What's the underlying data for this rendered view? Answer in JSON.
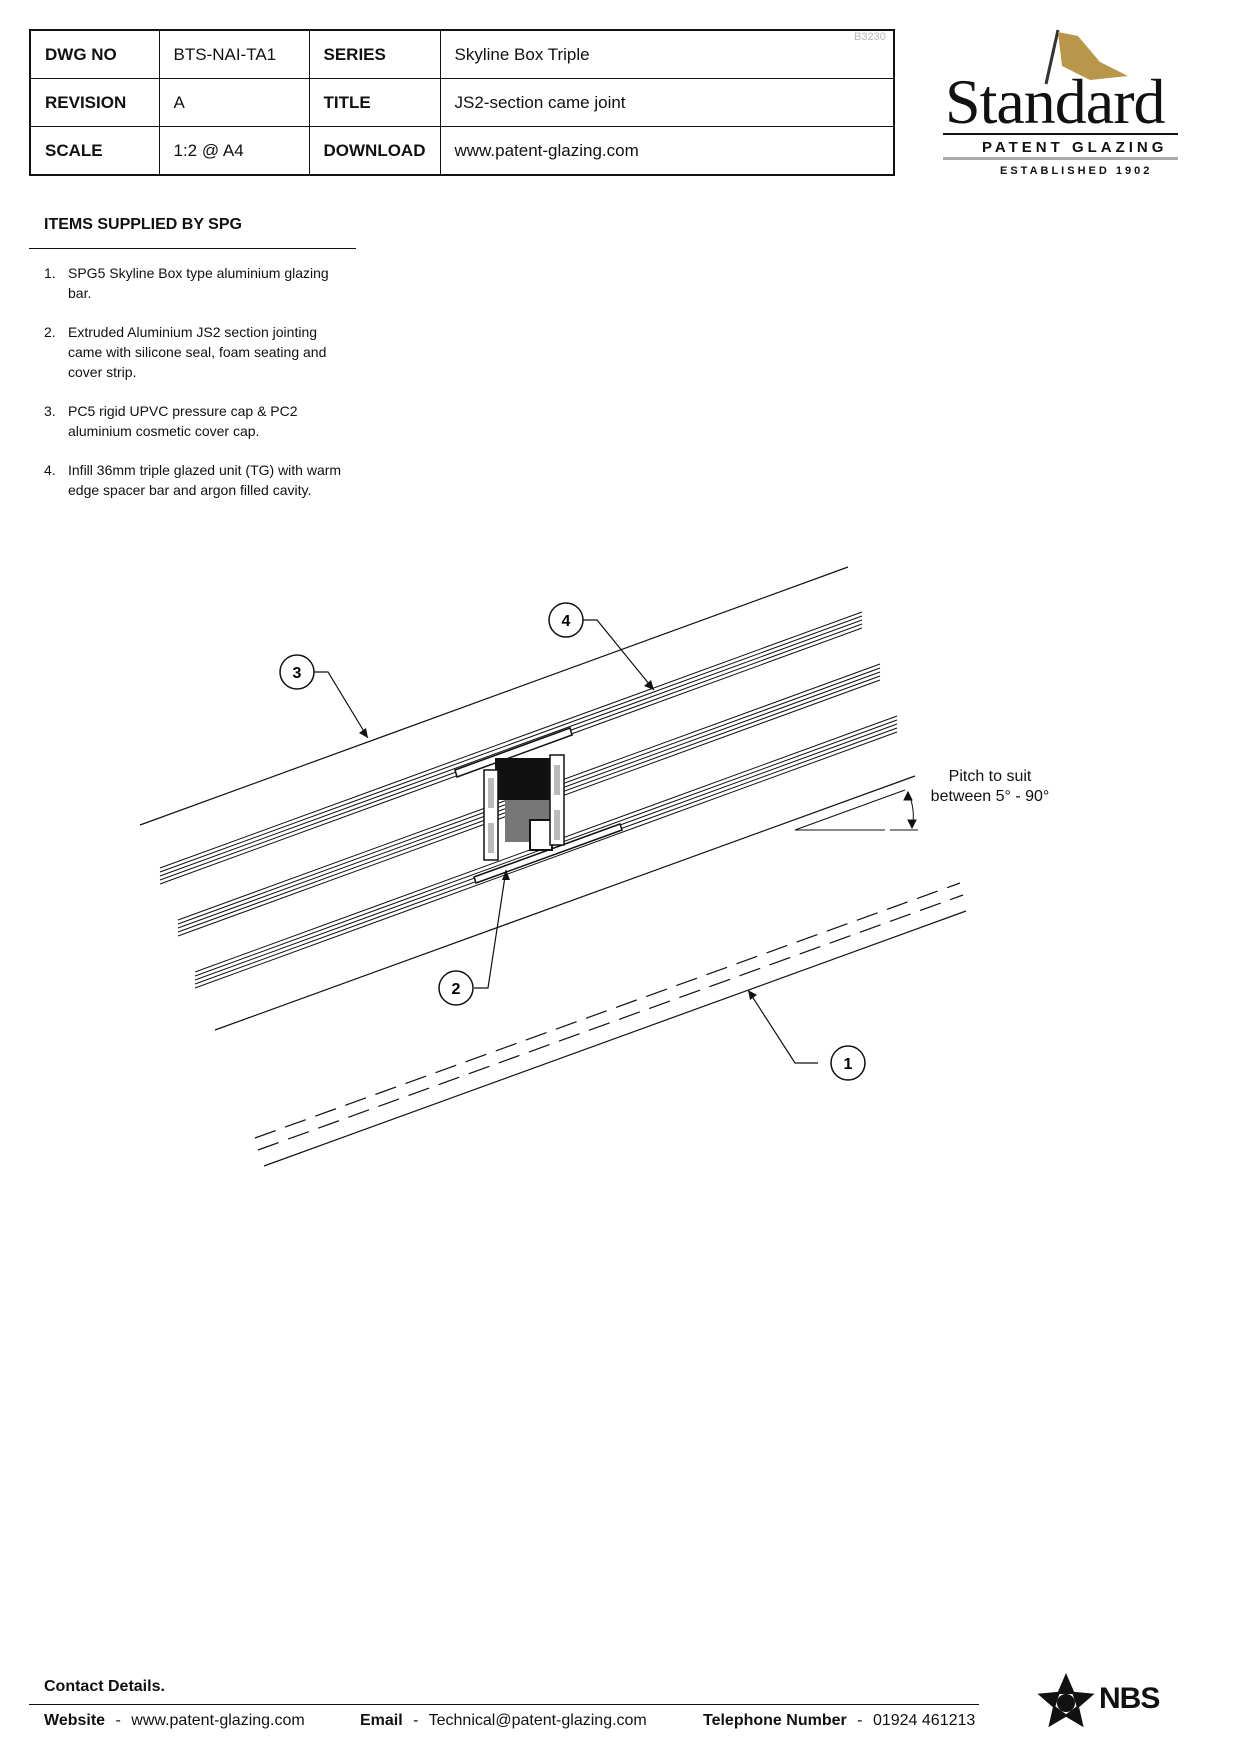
{
  "title_block": {
    "rows": [
      {
        "k1": "DWG NO",
        "v1": "BTS-NAI-TA1",
        "k2": "SERIES",
        "v2": "Skyline Box Triple"
      },
      {
        "k1": "REVISION",
        "v1": "A",
        "k2": "TITLE",
        "v2": "JS2-section came joint"
      },
      {
        "k1": "SCALE",
        "v1": "1:2 @ A4",
        "k2": "DOWNLOAD",
        "v2": "www.patent-glazing.com"
      }
    ],
    "ref_code": "B3230"
  },
  "logo": {
    "word": "Standard",
    "subtitle": "PATENT GLAZING",
    "established": "ESTABLISHED 1902",
    "flag_color": "#b8974a"
  },
  "items": {
    "heading": "ITEMS SUPPLIED BY SPG",
    "list": [
      {
        "num": "1.",
        "text": "SPG5 Skyline Box type aluminium glazing bar."
      },
      {
        "num": "2.",
        "text": "Extruded Aluminium JS2 section jointing came with silicone seal, foam seating and cover strip."
      },
      {
        "num": "3.",
        "text": "PC5 rigid UPVC pressure cap & PC2 aluminium cosmetic cover cap."
      },
      {
        "num": "4.",
        "text": "Infill 36mm triple glazed unit (TG) with warm edge spacer bar and argon filled cavity."
      }
    ]
  },
  "drawing": {
    "callouts": [
      "1",
      "2",
      "3",
      "4"
    ],
    "pitch_line1": "Pitch to suit",
    "pitch_line2": "between 5° - 90°"
  },
  "footer": {
    "contact_title": "Contact Details.",
    "website_label": "Website",
    "website": "www.patent-glazing.com",
    "email_label": "Email",
    "email": "Technical@patent-glazing.com",
    "phone_label": "Telephone Number",
    "phone": "01924 461213",
    "sep": "-",
    "nbs": "NBS"
  }
}
